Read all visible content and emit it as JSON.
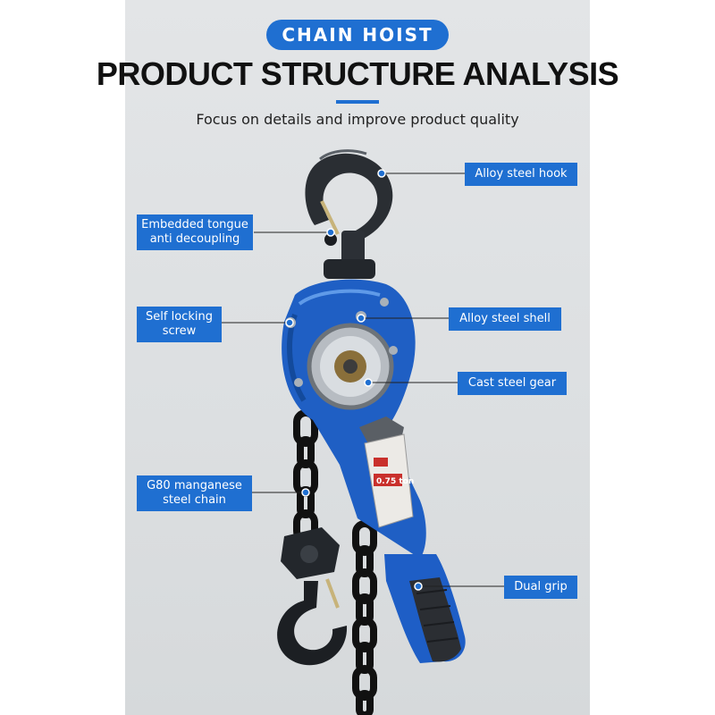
{
  "header": {
    "badge": "CHAIN HOIST",
    "title": "PRODUCT STRUCTURE ANALYSIS",
    "subtitle": "Focus on details and improve product quality"
  },
  "callouts": {
    "alloy_steel_hook": "Alloy steel hook",
    "embedded_tongue_line1": "Embedded tongue",
    "embedded_tongue_line2": "anti decoupling",
    "self_locking_line1": "Self locking",
    "self_locking_line2": "screw",
    "alloy_steel_shell": "Alloy steel shell",
    "cast_steel_gear": "Cast steel gear",
    "g80_line1": "G80 manganese",
    "g80_line2": "steel chain",
    "dual_grip": "Dual grip"
  },
  "product_marking": {
    "load_rating": "0.75 ton"
  },
  "colors": {
    "accent": "#1f6fd1",
    "hoist_body": "#1f5fc4",
    "chain": "#111111",
    "panel": "#dfe1e3"
  }
}
